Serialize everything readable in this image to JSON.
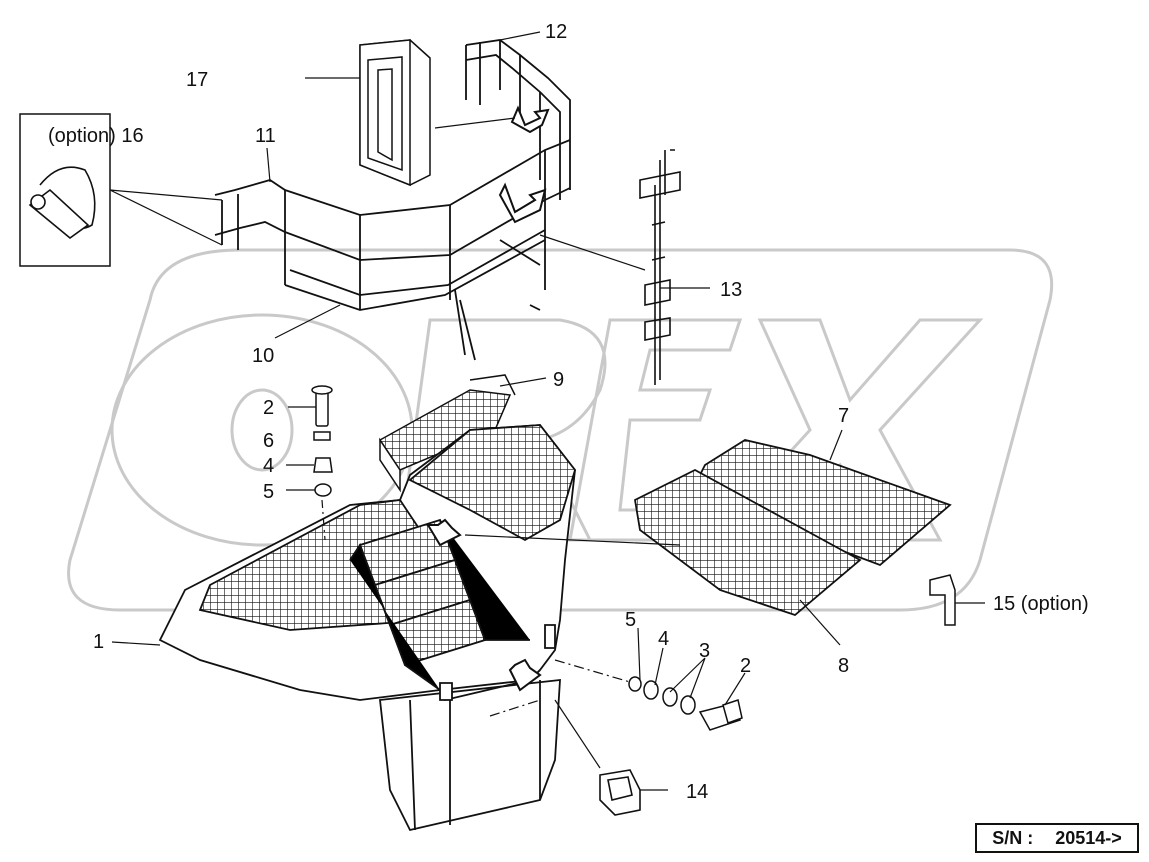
{
  "watermark": {
    "text": "OREX"
  },
  "callouts": [
    {
      "id": "c1",
      "text": "1"
    },
    {
      "id": "c2a",
      "text": "2"
    },
    {
      "id": "c2b",
      "text": "2"
    },
    {
      "id": "c3",
      "text": "3"
    },
    {
      "id": "c4a",
      "text": "4"
    },
    {
      "id": "c4b",
      "text": "4"
    },
    {
      "id": "c5a",
      "text": "5"
    },
    {
      "id": "c5b",
      "text": "5"
    },
    {
      "id": "c6",
      "text": "6"
    },
    {
      "id": "c7",
      "text": "7"
    },
    {
      "id": "c8",
      "text": "8"
    },
    {
      "id": "c9",
      "text": "9"
    },
    {
      "id": "c10",
      "text": "10"
    },
    {
      "id": "c11",
      "text": "11"
    },
    {
      "id": "c12",
      "text": "12"
    },
    {
      "id": "c13",
      "text": "13"
    },
    {
      "id": "c14",
      "text": "14"
    },
    {
      "id": "c15",
      "text": "15 (option)"
    },
    {
      "id": "c16",
      "text": "(option) 16"
    },
    {
      "id": "c17",
      "text": "17"
    }
  ],
  "serial": {
    "label": "S/N :",
    "value": "20514->"
  },
  "colors": {
    "line": "#111111",
    "watermark": "#d9d9d9",
    "paper": "#ffffff"
  }
}
